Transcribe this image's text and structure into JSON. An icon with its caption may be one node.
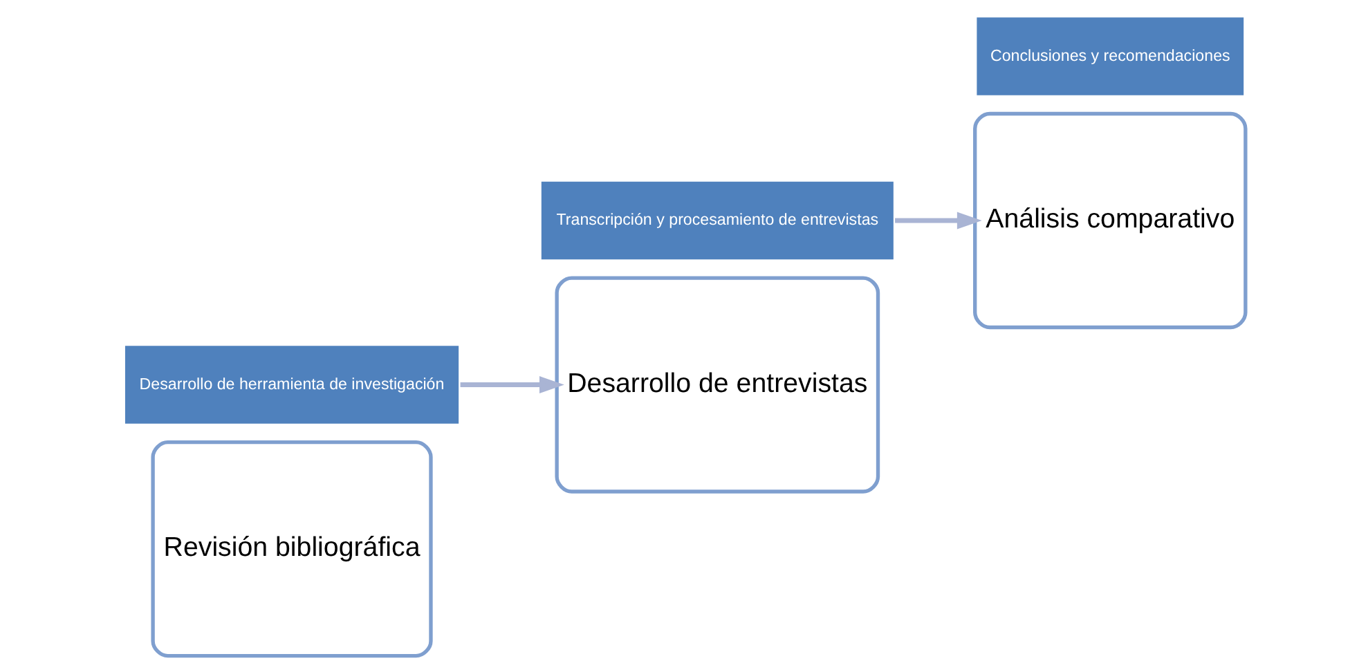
{
  "diagram": {
    "nodes": [
      {
        "text": [
          "Revisión bibliográfica"
        ]
      },
      {
        "text": [
          "Desarrollo de herramienta de investigación"
        ]
      },
      {
        "text": [
          "Desarrollo de entrevistas"
        ]
      },
      {
        "text": [
          "Transcripción y procesamiento de entrevistas"
        ]
      },
      {
        "text": [
          "Análisis comparativo"
        ]
      },
      {
        "text": [
          "Conclusiones y recomendaciones"
        ]
      }
    ],
    "edges": [
      {
        "from": 1,
        "to": 2,
        "arrow": "to",
        "color": "#a9b4d4"
      },
      {
        "from": 3,
        "to": 4,
        "arrow": "to",
        "color": "#a9b4d4"
      }
    ]
  }
}
